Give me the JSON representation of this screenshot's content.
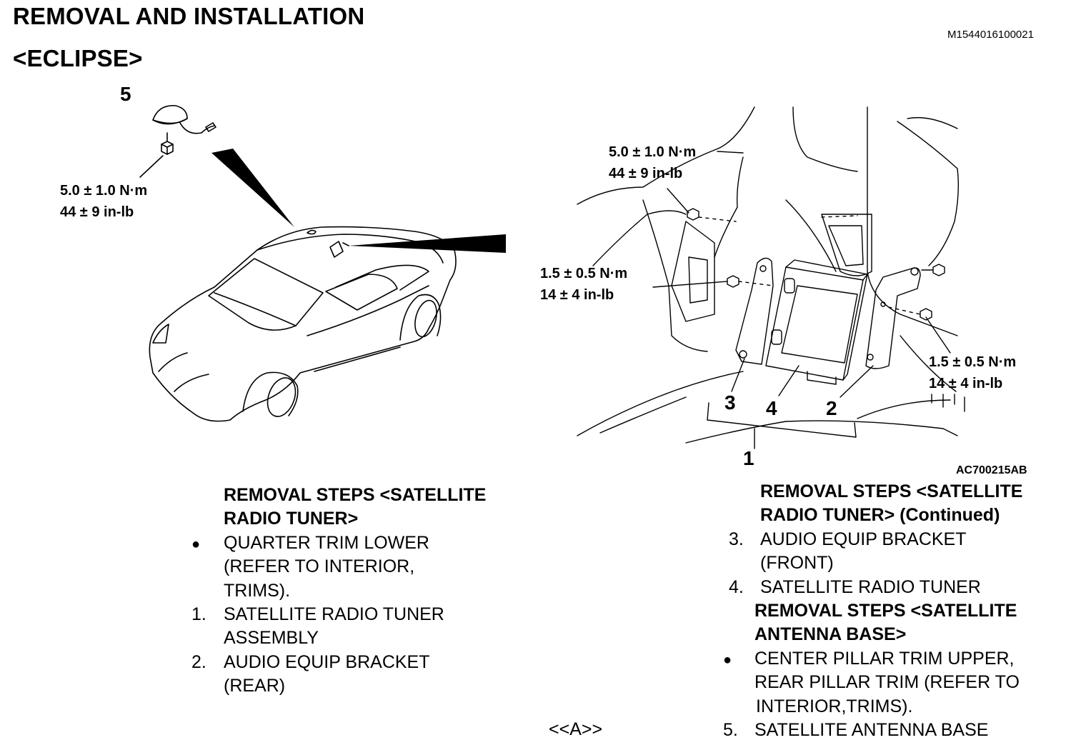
{
  "header": {
    "title": "REMOVAL AND INSTALLATION",
    "subtitle": "<ECLIPSE>",
    "doc_id": "M1544016100021"
  },
  "figure_left": {
    "callout_5": "5",
    "torque_line1": "5.0 ± 1.0 N·m",
    "torque_line2": "44 ± 9 in-lb"
  },
  "figure_right": {
    "torque_top_line1": "5.0 ± 1.0 N·m",
    "torque_top_line2": "44 ± 9 in-lb",
    "torque_left_line1": "1.5 ± 0.5 N·m",
    "torque_left_line2": "14 ± 4 in-lb",
    "torque_right_line1": "1.5 ± 0.5 N·m",
    "torque_right_line2": "14 ± 4 in-lb",
    "callout_1": "1",
    "callout_2": "2",
    "callout_3": "3",
    "callout_4": "4",
    "figure_code": "AC700215AB"
  },
  "steps_left": {
    "heading_line1": "REMOVAL STEPS <SATELLITE",
    "heading_line2": "RADIO TUNER>",
    "bullet": "●",
    "item0_line1": "QUARTER TRIM LOWER",
    "item0_line2": "(REFER TO INTERIOR,",
    "item0_line3": "TRIMS).",
    "item1_num": "1.",
    "item1_line1": "SATELLITE RADIO TUNER",
    "item1_line2": "ASSEMBLY",
    "item2_num": "2.",
    "item2_line1": "AUDIO EQUIP BRACKET",
    "item2_line2": "(REAR)"
  },
  "steps_right": {
    "heading_line1": "REMOVAL STEPS <SATELLITE",
    "heading_line2": "RADIO TUNER> (Continued)",
    "item3_num": "3.",
    "item3_line1": "AUDIO EQUIP BRACKET",
    "item3_line2": "(FRONT)",
    "item4_num": "4.",
    "item4_line1": "SATELLITE RADIO TUNER",
    "heading2_line1": "REMOVAL STEPS <SATELLITE",
    "heading2_line2": "ANTENNA BASE>",
    "bullet": "●",
    "item_b_line1": "CENTER PILLAR TRIM UPPER,",
    "item_b_line2": "REAR PILLAR TRIM (REFER TO",
    "item_b_line3": "INTERIOR,TRIMS).",
    "note_a": "<<A>>",
    "item5_num": "5.",
    "item5_line1": "SATELLITE ANTENNA BASE"
  }
}
